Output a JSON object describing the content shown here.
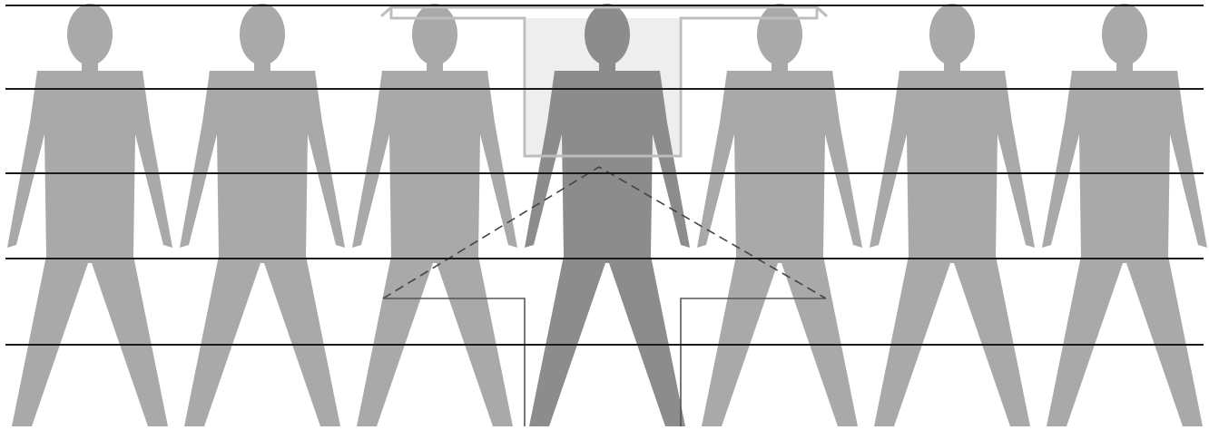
{
  "figure": {
    "figure_count": 7,
    "highlighted_figure": 4,
    "horizontal_lines": 5,
    "colors": {
      "figure": "#a9a9a9",
      "highlighted_figure": "#8c8c8c",
      "line": "#1a1a1a",
      "bracket": "#bdbdbd",
      "lower_bracket": "#555555",
      "dashed_triangle": "#444444",
      "background": "#ffffff"
    }
  }
}
